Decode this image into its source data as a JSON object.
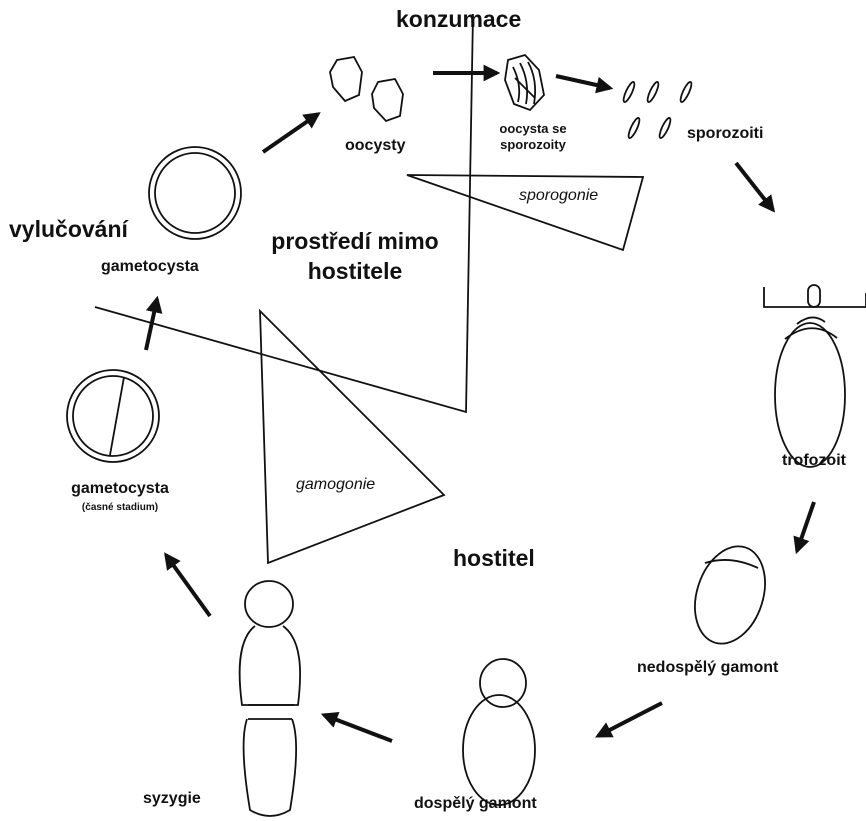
{
  "labels": {
    "konzumace": "konzumace",
    "vylucovani": "vylučování",
    "prostredi_line1": "prostředí mimo",
    "prostredi_line2": "hostitele",
    "hostitel": "hostitel",
    "oocysty": "oocysty",
    "oocysta_line1": "oocysta se",
    "oocysta_line2": "sporozoity",
    "sporozoiti": "sporozoiti",
    "sporogonie": "sporogonie",
    "gametocysta": "gametocysta",
    "gametocysta_early": "gametocysta",
    "early_stage": "(časné stadium)",
    "gamogonie": "gamogonie",
    "trofozoit": "trofozoit",
    "nedospely": "nedospělý gamont",
    "dospely": "dospělý gamont",
    "syzygie": "syzygie"
  }
}
